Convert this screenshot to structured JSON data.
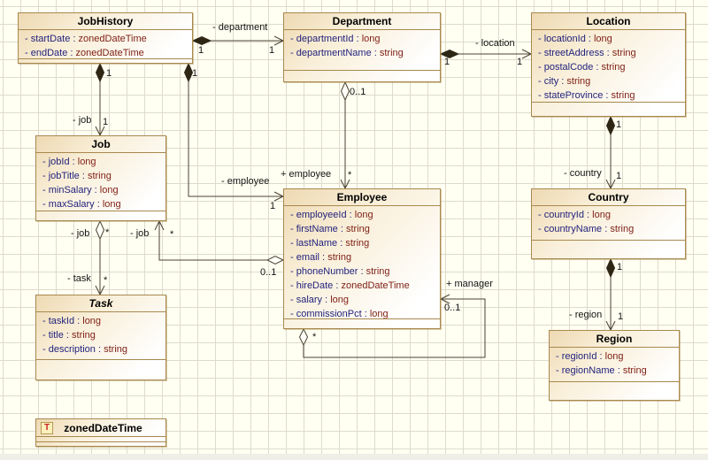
{
  "classes": {
    "jobhistory": {
      "name": "JobHistory",
      "attrs": [
        {
          "n": "- startDate : ",
          "t": "zonedDateTime"
        },
        {
          "n": "- endDate : ",
          "t": "zonedDateTime"
        }
      ]
    },
    "department": {
      "name": "Department",
      "attrs": [
        {
          "n": "- departmentId : ",
          "t": "long"
        },
        {
          "n": "- departmentName : ",
          "t": "string"
        }
      ]
    },
    "location": {
      "name": "Location",
      "attrs": [
        {
          "n": "- locationId : ",
          "t": "long"
        },
        {
          "n": "- streetAddress : ",
          "t": "string"
        },
        {
          "n": "- postalCode : ",
          "t": "string"
        },
        {
          "n": "- city : ",
          "t": "string"
        },
        {
          "n": "- stateProvince : ",
          "t": "string"
        }
      ]
    },
    "job": {
      "name": "Job",
      "attrs": [
        {
          "n": "- jobId : ",
          "t": "long"
        },
        {
          "n": "- jobTitle : ",
          "t": "string"
        },
        {
          "n": "- minSalary : ",
          "t": "long"
        },
        {
          "n": "- maxSalary : ",
          "t": "long"
        }
      ]
    },
    "employee": {
      "name": "Employee",
      "attrs": [
        {
          "n": "- employeeId : ",
          "t": "long"
        },
        {
          "n": "- firstName : ",
          "t": "string"
        },
        {
          "n": "- lastName : ",
          "t": "string"
        },
        {
          "n": "- email : ",
          "t": "string"
        },
        {
          "n": "- phoneNumber : ",
          "t": "string"
        },
        {
          "n": "- hireDate : ",
          "t": "zonedDateTime"
        },
        {
          "n": "- salary : ",
          "t": "long"
        },
        {
          "n": "- commissionPct : ",
          "t": "long"
        }
      ]
    },
    "country": {
      "name": "Country",
      "attrs": [
        {
          "n": "- countryId : ",
          "t": "long"
        },
        {
          "n": "- countryName : ",
          "t": "string"
        }
      ]
    },
    "task": {
      "name": "Task",
      "attrs": [
        {
          "n": "- taskId : ",
          "t": "long"
        },
        {
          "n": "- title : ",
          "t": "string"
        },
        {
          "n": "- description : ",
          "t": "string"
        }
      ]
    },
    "region": {
      "name": "Region",
      "attrs": [
        {
          "n": "- regionId : ",
          "t": "long"
        },
        {
          "n": "- regionName : ",
          "t": "string"
        }
      ]
    },
    "zoneddatetime": {
      "name": "zonedDateTime",
      "type_icon": "T"
    }
  },
  "edges": {
    "jobhistory_department": {
      "role": "- department",
      "source_mult": "1",
      "target_mult": "1"
    },
    "department_location": {
      "role": "- location",
      "source_mult": "1",
      "target_mult": "1"
    },
    "jobhistory_job": {
      "role": "- job",
      "source_mult": "1",
      "target_mult": "1"
    },
    "jobhistory_employee": {
      "role": "- employee",
      "source_mult": "1",
      "target_mult": "1"
    },
    "department_employee": {
      "role": "+ employee",
      "source_mult": "0..1",
      "target_mult": "*"
    },
    "employee_job": {
      "role": "- job",
      "source_mult": "0..1",
      "target_mult": "*"
    },
    "job_task": {
      "source_role": "- job",
      "source_mult": "*",
      "target_role": "- task",
      "target_mult": "*"
    },
    "employee_manager": {
      "role": "+ manager",
      "source_mult": "*",
      "target_mult": "0..1"
    },
    "location_country": {
      "role": "- country",
      "source_mult": "1",
      "target_mult": "1"
    },
    "country_region": {
      "role": "- region",
      "source_mult": "1",
      "target_mult": "1"
    }
  }
}
